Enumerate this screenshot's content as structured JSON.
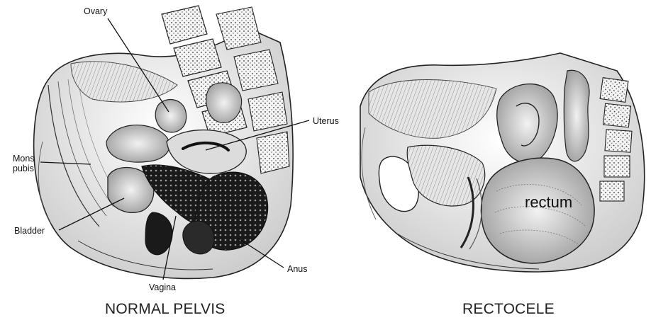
{
  "left_panel": {
    "caption": "NORMAL PELVIS",
    "labels": {
      "ovary": "Ovary",
      "uterus": "Uterus",
      "mons_pubis_line1": "Mons",
      "mons_pubis_line2": "pubis",
      "bladder": "Bladder",
      "vagina": "Vagina",
      "anus": "Anus"
    }
  },
  "right_panel": {
    "caption": "RECTOCELE",
    "labels": {
      "rectum": "rectum"
    }
  }
}
